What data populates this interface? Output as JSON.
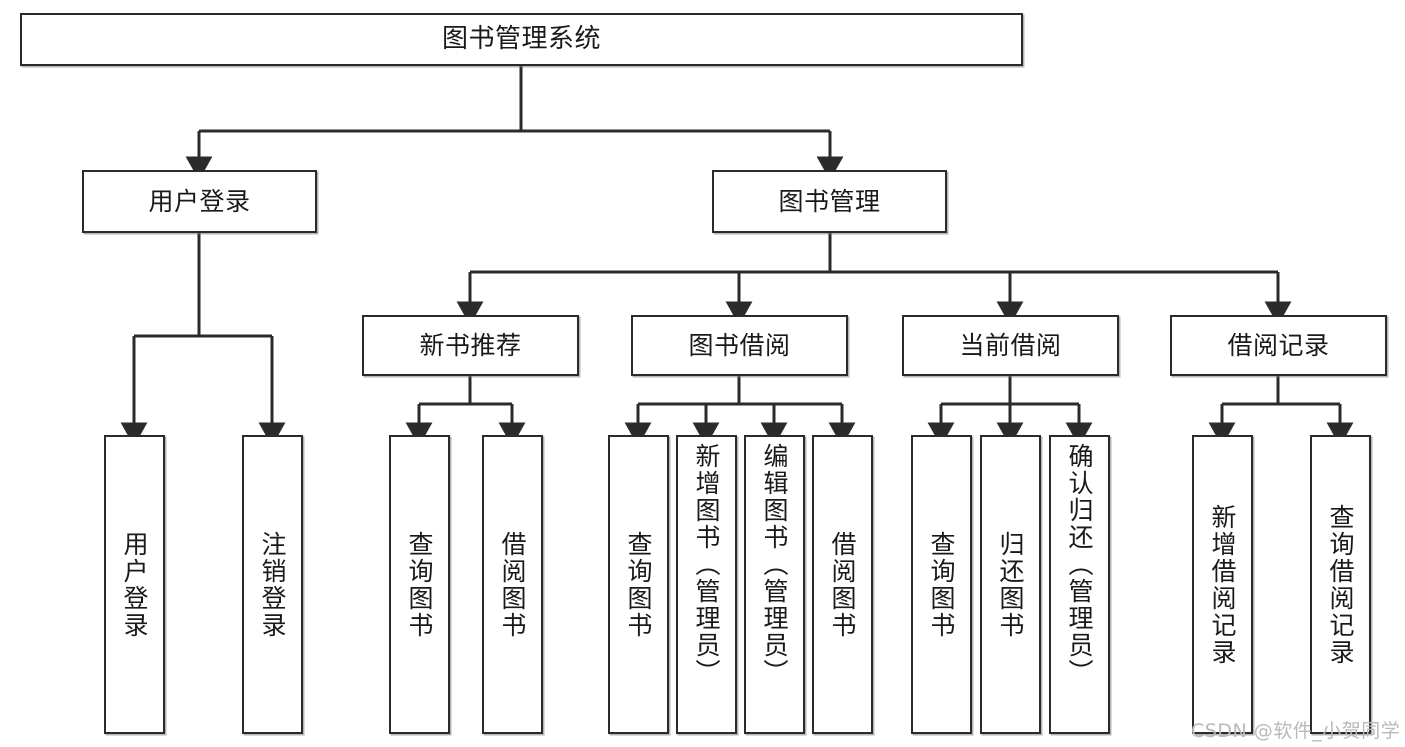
{
  "diagram": {
    "title": "图书管理系统",
    "type": "functional-structure-tree",
    "root": {
      "label": "图书管理系统"
    },
    "level2": [
      {
        "label": "用户登录"
      },
      {
        "label": "图书管理"
      }
    ],
    "level3": [
      {
        "label": "新书推荐"
      },
      {
        "label": "图书借阅"
      },
      {
        "label": "当前借阅"
      },
      {
        "label": "借阅记录"
      }
    ],
    "leaves": {
      "user_login": [
        {
          "label": "用户登录"
        },
        {
          "label": "注销登录"
        }
      ],
      "new_book_recommend": [
        {
          "label": "查询图书"
        },
        {
          "label": "借阅图书"
        }
      ],
      "book_borrow": [
        {
          "label": "查询图书"
        },
        {
          "label": "新增图书（管理员）"
        },
        {
          "label": "编辑图书（管理员）"
        },
        {
          "label": "借阅图书"
        }
      ],
      "current_borrow": [
        {
          "label": "查询图书"
        },
        {
          "label": "归还图书"
        },
        {
          "label": "确认归还（管理员）"
        }
      ],
      "borrow_record": [
        {
          "label": "新增借阅记录"
        },
        {
          "label": "查询借阅记录"
        }
      ]
    }
  },
  "watermark": {
    "text": "CSDN @软件_小贺同学"
  },
  "colors": {
    "stroke": "#2b2b2b",
    "fill": "#ffffff",
    "text": "#1a1a1a",
    "watermark": "#b9b9b9"
  }
}
